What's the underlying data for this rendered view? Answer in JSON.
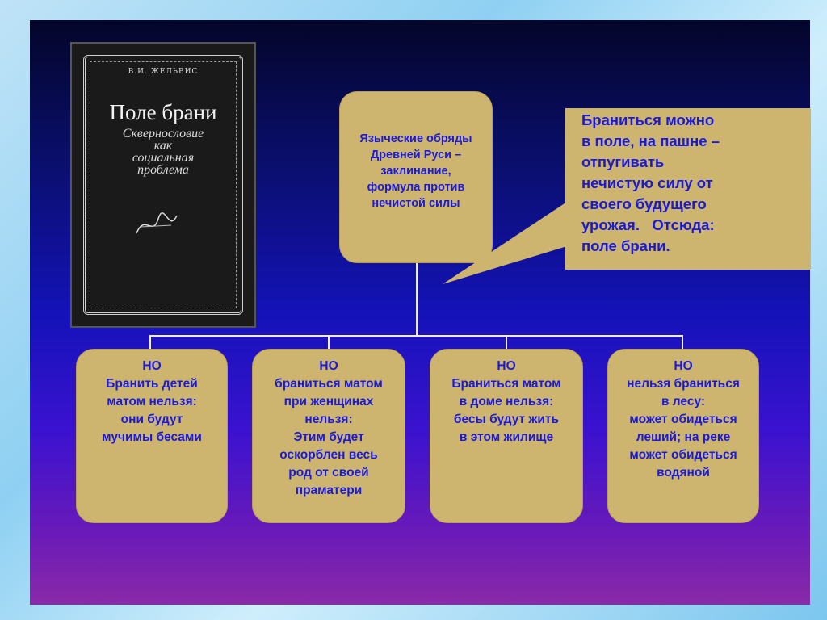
{
  "book": {
    "author": "В.И. ЖЕЛЬВИС",
    "title": "Поле брани",
    "subtitle_lines": [
      "Сквернословие",
      "как",
      "социальная",
      "проблема"
    ]
  },
  "top_box": {
    "lines": [
      "Языческие обряды",
      "Древней Руси –",
      "заклинание,",
      "формула против",
      "нечистой силы"
    ]
  },
  "callout": {
    "lines": [
      "Браниться можно",
      "в поле, на пашне –",
      "отпугивать",
      "нечистую силу от",
      "своего будущего",
      "урожая.   Отсюда:",
      "поле брани."
    ]
  },
  "boxes": [
    {
      "lines": [
        "НО",
        "Бранить детей",
        "матом нельзя:",
        "они будут",
        "мучимы бесами"
      ]
    },
    {
      "lines": [
        "НО",
        "браниться матом",
        "при женщинах",
        "нельзя:",
        "Этим будет",
        "оскорблен весь",
        "род от своей",
        "праматери"
      ]
    },
    {
      "lines": [
        "НО",
        "Браниться матом",
        "в доме нельзя:",
        "бесы будут жить",
        "в этом жилище"
      ]
    },
    {
      "lines": [
        "НО",
        "нельзя браниться",
        "в лесу:",
        "может обидеться",
        "леший; на реке",
        "может обидеться",
        "водяной"
      ]
    }
  ],
  "colors": {
    "box_fill": "#cdb56f",
    "text": "#1a1ad8"
  }
}
